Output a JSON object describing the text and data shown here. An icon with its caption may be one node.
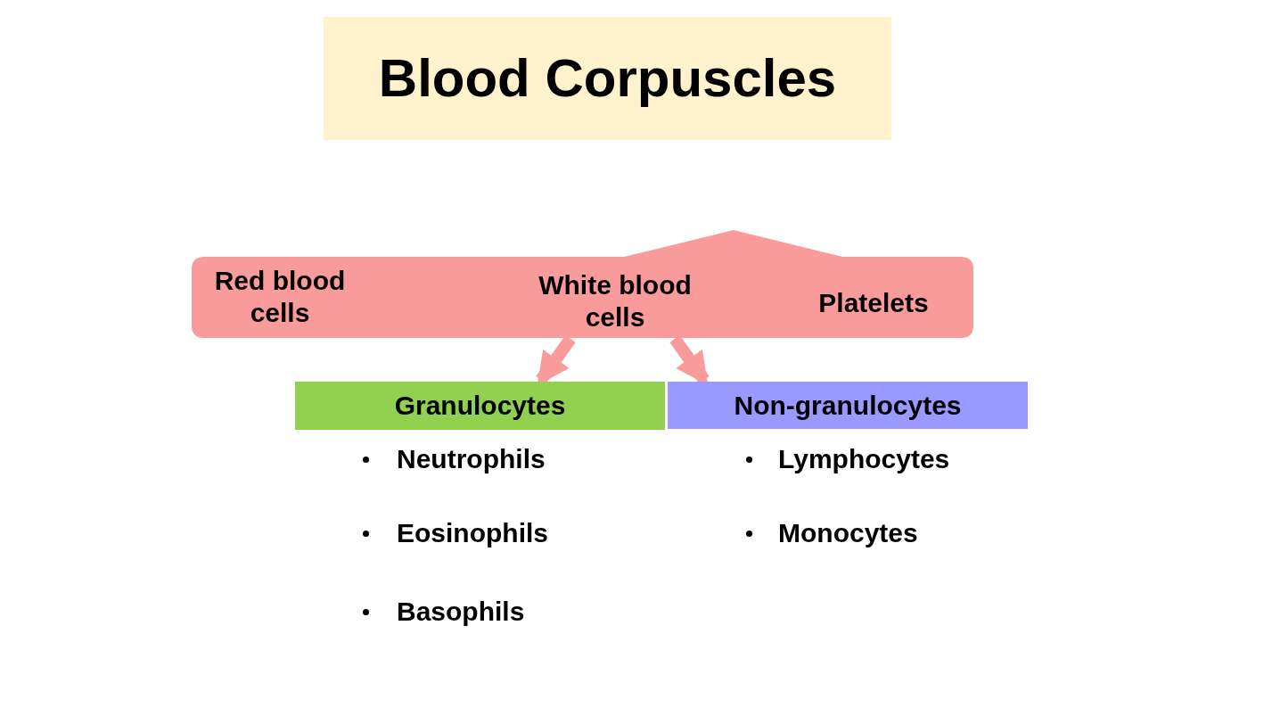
{
  "diagram": {
    "nodes": [
      {
        "text": [
          "Blood Corpuscles"
        ]
      },
      {
        "text": [
          "Red blood cells",
          "White blood cells",
          "Platelets"
        ]
      },
      {
        "text": [
          "Granulocytes"
        ],
        "beside": [
          "Neutrophils",
          "Eosinophils",
          "Basophils"
        ]
      },
      {
        "text": [
          "Non-granulocytes"
        ],
        "beside": [
          "Lymphocytes",
          "Monocytes"
        ]
      }
    ],
    "edges": [
      {
        "from": 1,
        "to": 2,
        "arrow": "to"
      },
      {
        "from": 1,
        "to": 3,
        "arrow": "to"
      }
    ]
  }
}
